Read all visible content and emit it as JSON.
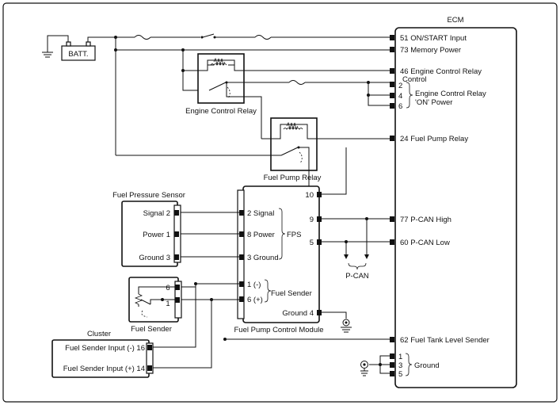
{
  "ecm": {
    "title": "ECM",
    "pins": {
      "on_start": "51 ON/START Input",
      "memory_power": "73 Memory Power",
      "ecr_control_1": "46 Engine Control Relay",
      "ecr_control_2": "Control",
      "on_power_2": "2",
      "on_power_4": "4",
      "on_power_6": "6",
      "on_power_label_1": "Engine Control Relay",
      "on_power_label_2": "'ON' Power",
      "fuel_pump_relay": "24 Fuel Pump Relay",
      "pcan_high": "77 P-CAN High",
      "pcan_low": "60 P-CAN Low",
      "fuel_tank_level": "62 Fuel Tank Level Sender",
      "ground_1": "1",
      "ground_3": "3",
      "ground_5": "5",
      "ground_label": "Ground"
    }
  },
  "battery": {
    "label": "BATT."
  },
  "engine_control_relay": {
    "label": "Engine Control Relay"
  },
  "fuel_pump_relay": {
    "label": "Fuel Pump Relay"
  },
  "fuel_pressure_sensor": {
    "title": "Fuel Pressure Sensor",
    "signal": "Signal 2",
    "power": "Power 1",
    "ground": "Ground 3"
  },
  "fpcm": {
    "title": "Fuel Pump Control Module",
    "pin10": "10",
    "pin9": "9",
    "pin5": "5",
    "signal": "2 Signal",
    "power": "8 Power",
    "ground_fps": "3 Ground",
    "fps": "FPS",
    "fs_neg": "1 (-)",
    "fs_pos": "6 (+)",
    "fuel_sender": "Fuel Sender",
    "ground4": "Ground 4"
  },
  "pcan": {
    "label": "P-CAN"
  },
  "fuel_sender": {
    "label": "Fuel Sender",
    "pin6": "6",
    "pin1": "1"
  },
  "cluster": {
    "title": "Cluster",
    "input_neg": "Fuel Sender Input (-) 16",
    "input_pos": "Fuel Sender Input (+) 14"
  }
}
